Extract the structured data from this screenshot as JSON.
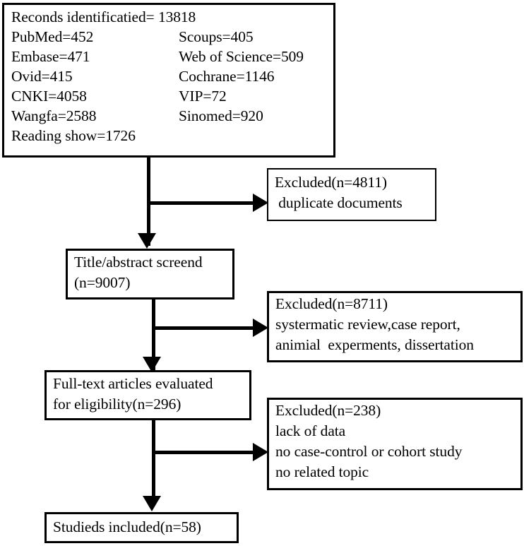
{
  "diagram": {
    "title": "PRISMA study selection flow diagram",
    "type": "flowchart",
    "stroke_color": "#000000",
    "background_color": "#ffffff",
    "boxes": {
      "records_identified": {
        "name": "records-identified-box",
        "header": "Reconds identificatied= 13818",
        "total": "13818",
        "sources_left": [
          "PubMed=452",
          "Embase=471",
          "Ovid=415",
          "CNKI=4058",
          "Wangfa=2588",
          "Reading show=1726"
        ],
        "sources_right": [
          "Scoups=405",
          "Web of Science=509",
          " Cochrane=1146",
          "VIP=72",
          " Sinomed=920"
        ]
      },
      "excluded_duplicates": {
        "name": "excluded-duplicates-box",
        "lines": [
          "Excluded(n=4811)",
          " duplicate documents"
        ],
        "count": "4811"
      },
      "title_abstract_screened": {
        "name": "title-abstract-screened-box",
        "lines": [
          "Title/abstract screend",
          "(n=9007)"
        ],
        "count": "9007"
      },
      "excluded_criteria": {
        "name": "excluded-criteria-box",
        "lines": [
          "Excluded(n=8711)",
          "systermatic review,case report,",
          "animial  experments, dissertation"
        ],
        "count": "8711"
      },
      "fulltext_evaluated": {
        "name": "fulltext-evaluated-box",
        "lines": [
          "Full-text articles evaluated",
          "for eligibility(n=296)"
        ],
        "count": "296"
      },
      "excluded_fulltext": {
        "name": "excluded-fulltext-box",
        "lines": [
          "Excluded(n=238)",
          "lack of data",
          "no case-control or cohort study",
          "no related topic"
        ],
        "count": "238"
      },
      "studies_included": {
        "name": "studies-included-box",
        "lines": [
          "Studieds included(n=58)"
        ],
        "count": "58"
      }
    }
  },
  "chart_data": {
    "type": "flowchart",
    "title": "PRISMA study selection flow diagram",
    "nodes": [
      {
        "id": "records",
        "label": "Reconds identificatied= 13818",
        "value": 13818
      },
      {
        "id": "excluded_duplicates",
        "label": "Excluded(n=4811) duplicate documents",
        "value": 4811
      },
      {
        "id": "screened",
        "label": "Title/abstract screend (n=9007)",
        "value": 9007
      },
      {
        "id": "excluded_criteria",
        "label": "Excluded(n=8711) systermatic review,case report, animial experments, dissertation",
        "value": 8711
      },
      {
        "id": "fulltext",
        "label": "Full-text articles evaluated for eligibility(n=296)",
        "value": 296
      },
      {
        "id": "excluded_fulltext",
        "label": "Excluded(n=238) lack of data, no case-control or cohort study, no related topic",
        "value": 238
      },
      {
        "id": "included",
        "label": "Studieds included(n=58)",
        "value": 58
      }
    ],
    "sources": [
      {
        "name": "PubMed",
        "value": 452
      },
      {
        "name": "Scoups",
        "value": 405
      },
      {
        "name": "Embase",
        "value": 471
      },
      {
        "name": "Web of Science",
        "value": 509
      },
      {
        "name": "Ovid",
        "value": 415
      },
      {
        "name": "Cochrane",
        "value": 1146
      },
      {
        "name": "CNKI",
        "value": 4058
      },
      {
        "name": "VIP",
        "value": 72
      },
      {
        "name": "Wangfa",
        "value": 2588
      },
      {
        "name": "Sinomed",
        "value": 920
      },
      {
        "name": "Reading show",
        "value": 1726
      }
    ],
    "edges": [
      {
        "from": "records",
        "to": "screened"
      },
      {
        "from": "records",
        "to": "excluded_duplicates"
      },
      {
        "from": "screened",
        "to": "fulltext"
      },
      {
        "from": "screened",
        "to": "excluded_criteria"
      },
      {
        "from": "fulltext",
        "to": "included"
      },
      {
        "from": "fulltext",
        "to": "excluded_fulltext"
      }
    ]
  }
}
